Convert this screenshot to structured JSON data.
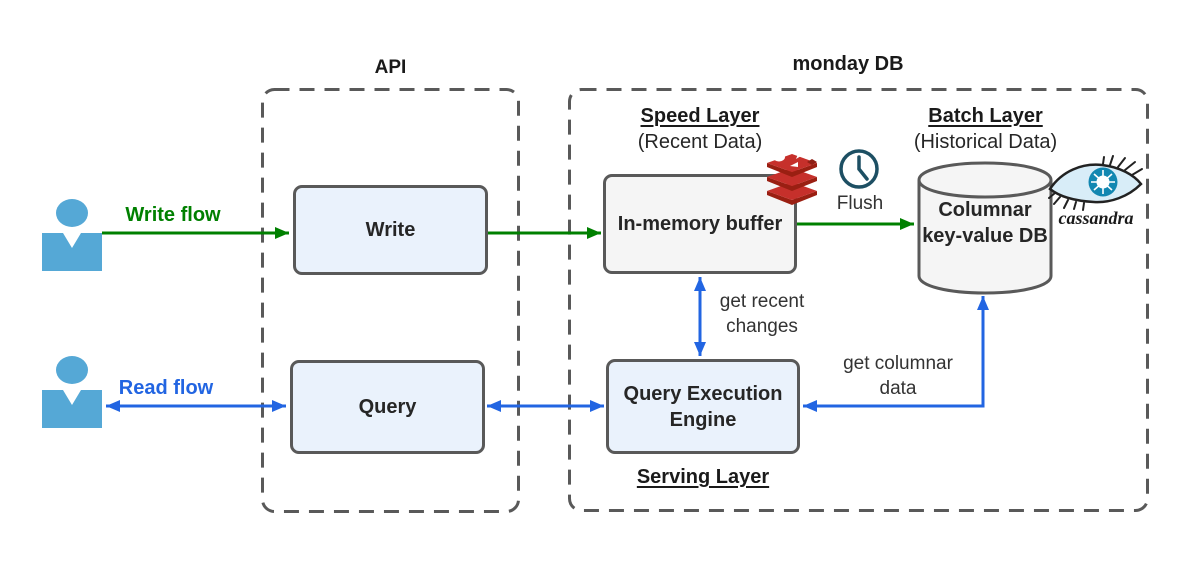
{
  "diagram": {
    "title_implicit": "Lambda-style architecture diagram",
    "containers": {
      "api": {
        "label": "API"
      },
      "monday_db": {
        "label": "monday DB"
      }
    },
    "nodes": {
      "write": {
        "label": "Write"
      },
      "query": {
        "label": "Query"
      },
      "in_memory_buffer": {
        "label": "In-memory buffer"
      },
      "query_execution_engine": {
        "label": "Query Execution Engine"
      },
      "columnar_db": {
        "label": "Columnar key-value DB"
      }
    },
    "layers": {
      "speed": {
        "title": "Speed Layer",
        "subtitle": "(Recent Data)"
      },
      "batch": {
        "title": "Batch Layer",
        "subtitle": "(Historical Data)"
      },
      "serving": {
        "title": "Serving Layer"
      }
    },
    "edges": {
      "write_flow": {
        "label": "Write flow",
        "from": "user",
        "to": "write",
        "color": "#008000",
        "direction": "one-way"
      },
      "write_to_buffer": {
        "from": "write",
        "to": "in_memory_buffer",
        "color": "#008000",
        "direction": "one-way"
      },
      "flush": {
        "label": "Flush",
        "from": "in_memory_buffer",
        "to": "columnar_db",
        "color": "#008000",
        "direction": "one-way"
      },
      "read_flow": {
        "label": "Read flow",
        "from": "user",
        "to": "query",
        "color": "#2265E2",
        "direction": "two-way"
      },
      "query_to_engine": {
        "from": "query",
        "to": "query_execution_engine",
        "color": "#2265E2",
        "direction": "two-way"
      },
      "get_recent_changes": {
        "label": "get recent changes",
        "from": "query_execution_engine",
        "to": "in_memory_buffer",
        "color": "#2265E2",
        "direction": "two-way"
      },
      "get_columnar_data": {
        "label": "get columnar data",
        "from": "query_execution_engine",
        "to": "columnar_db",
        "color": "#2265E2",
        "direction": "two-way"
      }
    },
    "icons": {
      "user": "person silhouette",
      "redis": "redis stacked-layers logo",
      "clock": "clock icon",
      "cassandra": "cassandra eye logo",
      "cassandra_label": "cassandra"
    },
    "colors": {
      "green_flow": "#008000",
      "blue_flow": "#2265E2",
      "dashed_border": "#595959",
      "box_border": "#595959",
      "box_blue_fill": "#EAF2FC",
      "box_gray_fill": "#F5F5F5",
      "user_icon": "#55A8D6",
      "clock_icon": "#1D4F63",
      "redis_red": "#C6302B",
      "redis_dark_red": "#9A1F12",
      "cassandra_teal": "#1287B1",
      "text": "#1A1A1A"
    }
  }
}
